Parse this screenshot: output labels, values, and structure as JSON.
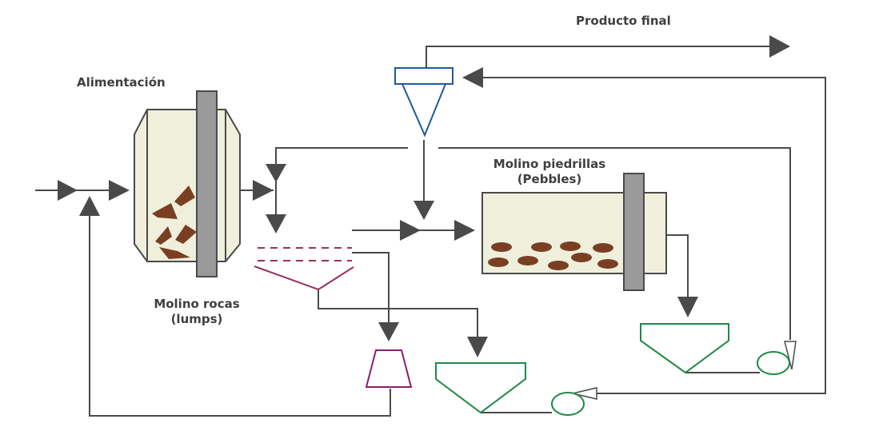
{
  "labels": {
    "producto_final": "Producto final",
    "alimentacion": "Alimentación",
    "molino_rocas_l1": "Molino rocas",
    "molino_rocas_l2": "(lumps)",
    "molino_piedrillas_l1": "Molino piedrillas",
    "molino_piedrillas_l2": "(Pebbles)"
  },
  "colors": {
    "line": "#4a4a4a",
    "mill_body": "#efefdc",
    "mill_outline": "#4a4a4a",
    "shaft": "#9a9a9a",
    "ore": "#7a3f22",
    "hydrocyclone": "#1f5a9c",
    "screen": "#9c2f63",
    "crusher": "#8a1d6e",
    "tank_pump": "#1d8a45"
  }
}
